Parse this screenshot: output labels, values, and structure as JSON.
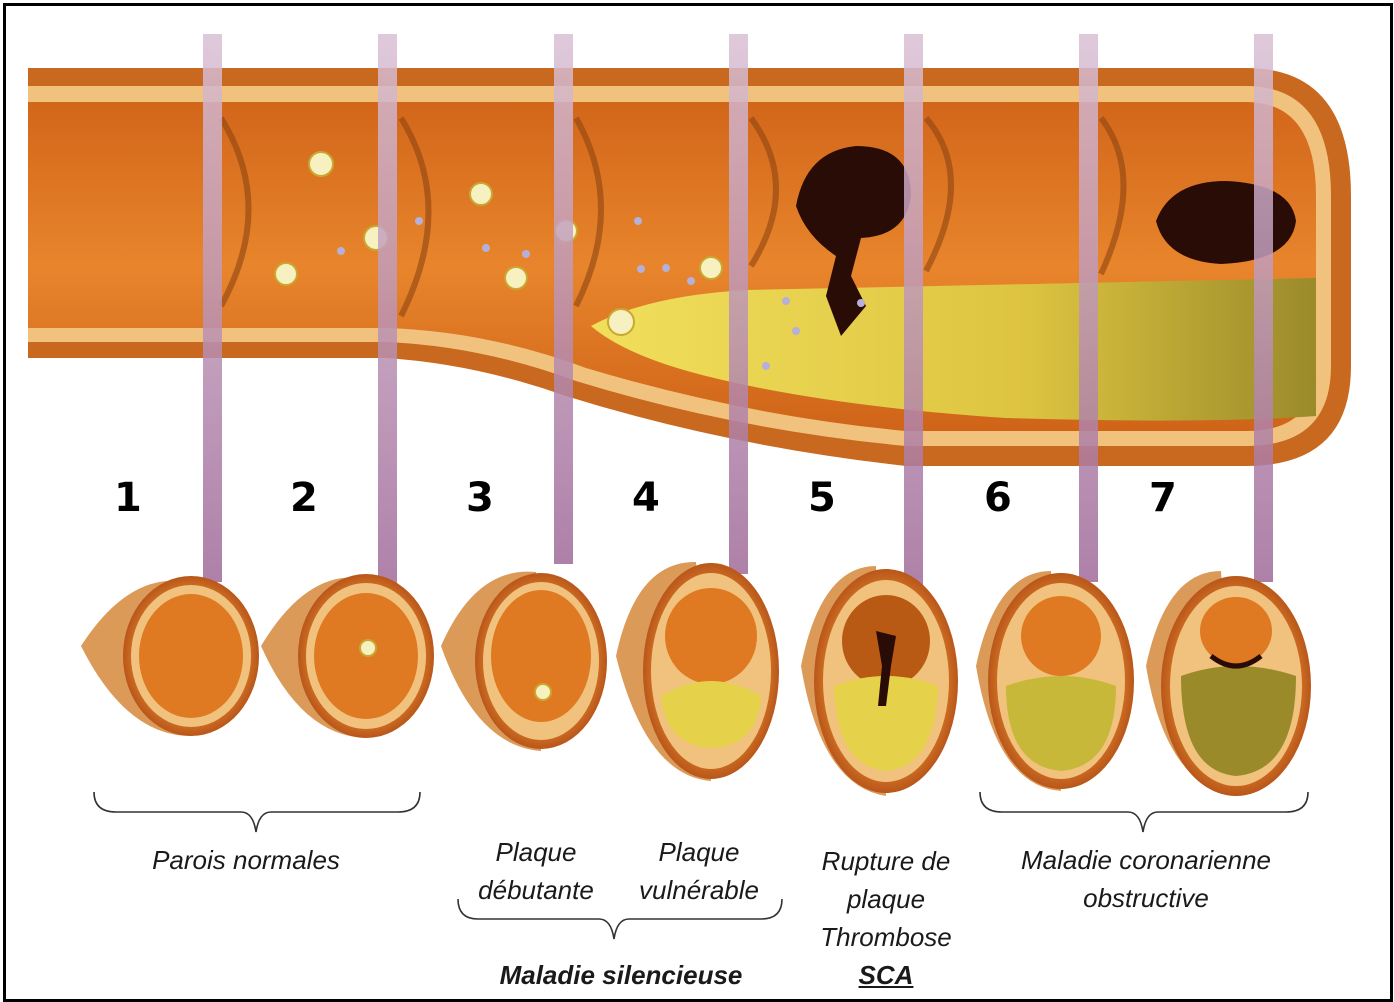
{
  "stages": [
    {
      "number": "1"
    },
    {
      "number": "2"
    },
    {
      "number": "3"
    },
    {
      "number": "4"
    },
    {
      "number": "5"
    },
    {
      "number": "6"
    },
    {
      "number": "7"
    }
  ],
  "labels": {
    "normal": "Parois normales",
    "early_plaque_1": "Plaque",
    "early_plaque_2": "débutante",
    "vulnerable_plaque_1": "Plaque",
    "vulnerable_plaque_2": "vulnérable",
    "silent": "Maladie silencieuse",
    "rupture_1": "Rupture de",
    "rupture_2": "plaque",
    "rupture_3": "Thrombose",
    "acs": "SCA",
    "obstructive_1": "Maladie coronarienne",
    "obstructive_2": "obstructive"
  },
  "colors": {
    "artery_orange": "#e07a22",
    "artery_dark": "#b85a14",
    "wall_cream": "#f3c98c",
    "plaque_yellow": "#e6d24a",
    "thrombus": "#2a0c06",
    "marker_purple": "#b07aa8"
  }
}
